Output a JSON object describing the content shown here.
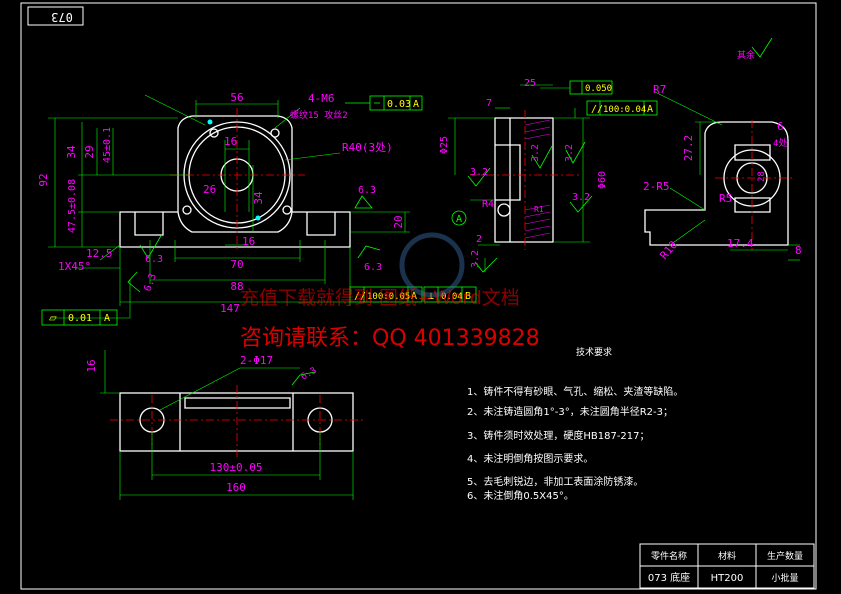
{
  "colors": {
    "outline": "#ffffff",
    "dimension": "#ff00ff",
    "extension": "#00ff00",
    "symbol": "#00ff00",
    "center": "#ff0000",
    "tolerance": "#ffff00",
    "watermark": "#ff0000"
  },
  "title_box": {
    "label": "073"
  },
  "dims": {
    "d56": "56",
    "d4m6": "4-M6",
    "thread_note": "螺纹15 攻丝2",
    "frame_flat": "0.03",
    "frame_a": "A",
    "d34": "34",
    "d29": "29",
    "d45": "45±0.1",
    "d92": "92",
    "d47": "47.5±0.08",
    "d16top": "16",
    "d26": "26",
    "d34b": "34",
    "r40": "R40(3处)",
    "d63a": "6.3",
    "d20": "20",
    "d16b": "16",
    "d70": "70",
    "d88": "88",
    "d147": "147",
    "d12_5": "12.5",
    "c1x45": "1X45°",
    "d63b": "6.3",
    "d63c": "6.3",
    "d63d": "6.3",
    "flat001": "0.01",
    "par100": "100:0.05",
    "par_a": "A",
    "perp004": "0.04",
    "perp_b": "B",
    "d25": "25",
    "d7": "7",
    "phi25": "Φ25",
    "tol050": "0.050",
    "par1000": "100:0.04",
    "d32a": "3.2",
    "d32b": "3.2",
    "d32c": "3.2",
    "d32d": "3.2",
    "d32e": "3.2",
    "r4": "R4",
    "r1": "R1",
    "phi60": "Φ60",
    "datum_a": "A",
    "d2": "2",
    "r7": "R7",
    "d27_2": "27.2",
    "d6": "6",
    "d4x": "4处",
    "d2r5": "2-R5",
    "r5": "R5",
    "r10": "R10",
    "d17_4": "17.4",
    "d8": "8",
    "d28": "28",
    "other_rough": "其余",
    "d16c": "16",
    "d2phi17": "2-Φ17",
    "d63e": "6.3",
    "d130": "130±0.05",
    "d160": "160"
  },
  "notes": {
    "heading": "技术要求",
    "items": [
      "1、铸件不得有砂眼、气孔、缩松、夹渣等缺陷。",
      "2、未注铸造圆角1°-3°，未注圆角半径R2-3；",
      "3、铸件须时效处理，硬度HB187-217；",
      "4、未注明倒角按图示要求。",
      "5、去毛刺锐边，非加工表面涂防锈漆。",
      "6、未注倒角0.5X45°。"
    ]
  },
  "title_block": {
    "h1": "零件名称",
    "h2": "材料",
    "h3": "生产数量",
    "v1": "073 底座",
    "v2": "HT200",
    "v3": "小批量"
  },
  "watermark": {
    "line1": "充值下载就得到 图纸+Word文档",
    "line2": "咨询请联系：QQ 401339828"
  }
}
